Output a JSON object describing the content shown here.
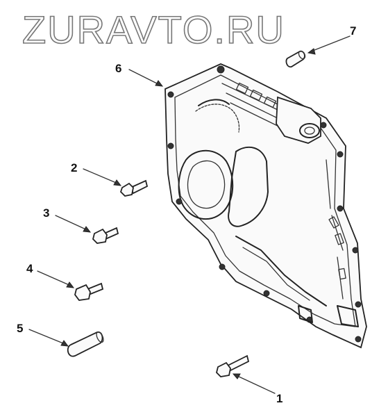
{
  "watermark": {
    "text": "ZURAVTO.RU"
  },
  "callouts": [
    {
      "id": "1",
      "label": "1"
    },
    {
      "id": "2",
      "label": "2"
    },
    {
      "id": "3",
      "label": "3"
    },
    {
      "id": "4",
      "label": "4"
    },
    {
      "id": "5",
      "label": "5"
    },
    {
      "id": "6",
      "label": "6"
    },
    {
      "id": "7",
      "label": "7"
    }
  ]
}
